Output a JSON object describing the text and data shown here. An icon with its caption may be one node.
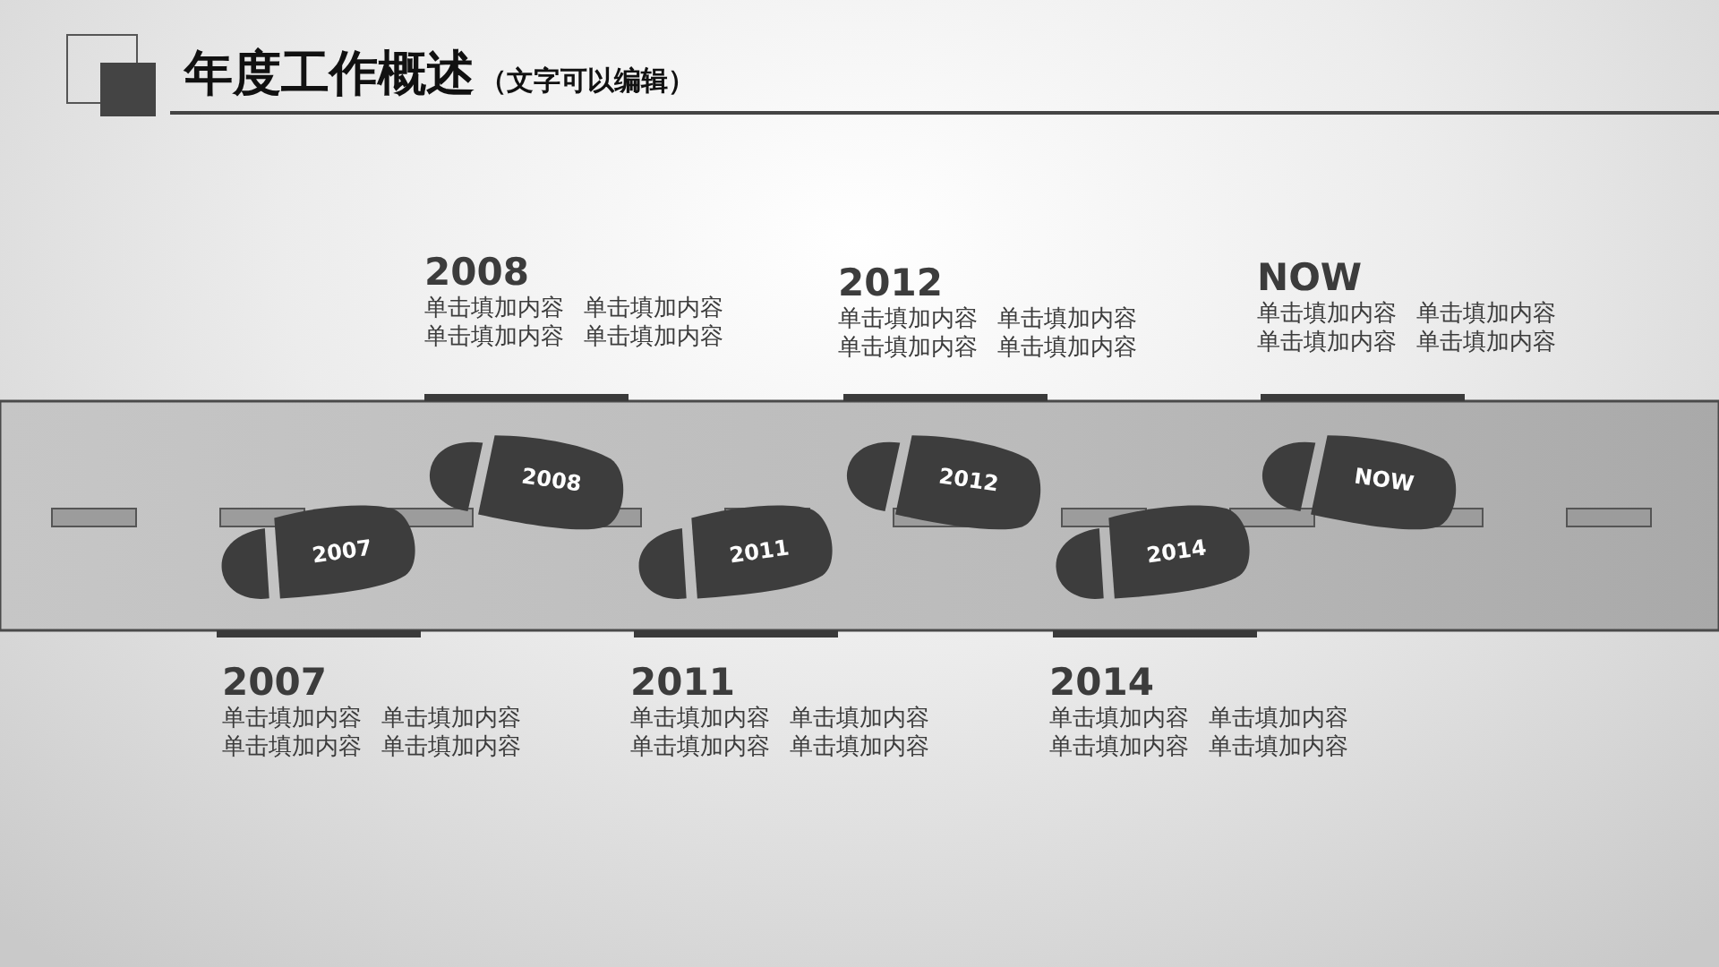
{
  "diagram": {
    "title": "年度工作概述",
    "nodes": [
      {
        "text": [
          "2007"
        ],
        "beside": [
          "2007",
          "单击填加内容 单击填加内容",
          "单击填加内容 单击填加内容"
        ]
      },
      {
        "text": [
          "2008"
        ],
        "beside": [
          "2008",
          "单击填加内容 单击填加内容",
          "单击填加内容 单击填加内容"
        ]
      },
      {
        "text": [
          "2011"
        ],
        "beside": [
          "2011",
          "单击填加内容 单击填加内容",
          "单击填加内容 单击填加内容"
        ]
      },
      {
        "text": [
          "2012"
        ],
        "beside": [
          "2012",
          "单击填加内容 单击填加内容",
          "单击填加内容 单击填加内容"
        ]
      },
      {
        "text": [
          "2014"
        ],
        "beside": [
          "2014",
          "单击填加内容 单击填加内容",
          "单击填加内容 单击填加内容"
        ]
      },
      {
        "text": [
          "NOW"
        ],
        "beside": [
          "NOW",
          "单击填加内容 单击填加内容",
          "单击填加内容 单击填加内容"
        ]
      }
    ],
    "labels": [
      "（文字可以编辑）"
    ]
  }
}
